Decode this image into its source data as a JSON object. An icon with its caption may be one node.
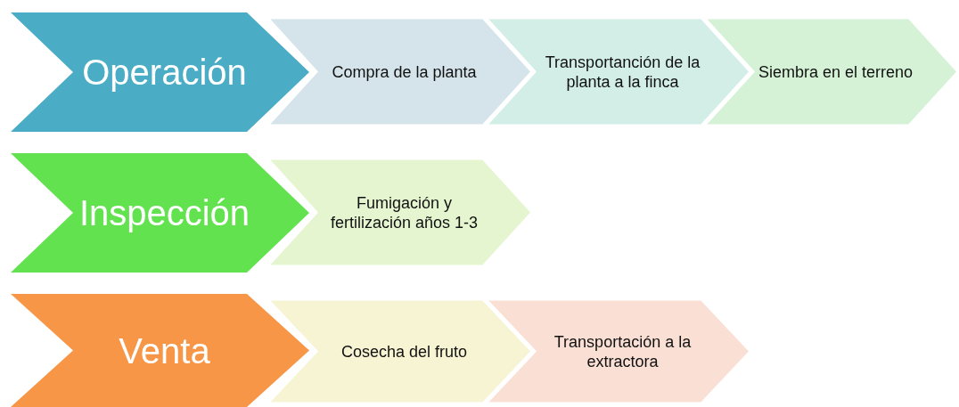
{
  "diagram": {
    "nodes": [
      {
        "text": [
          "Operación"
        ]
      },
      {
        "text": [
          "Compra de la planta"
        ]
      },
      {
        "text": [
          "Transportanción de la planta a la finca"
        ]
      },
      {
        "text": [
          "Siembra en el terreno"
        ]
      },
      {
        "text": [
          "Inspección"
        ]
      },
      {
        "text": [
          "Fumigación y fertilización años 1-3"
        ]
      },
      {
        "text": [
          "Venta"
        ]
      },
      {
        "text": [
          "Cosecha del fruto"
        ]
      },
      {
        "text": [
          "Transportación a la extractora"
        ]
      }
    ]
  }
}
